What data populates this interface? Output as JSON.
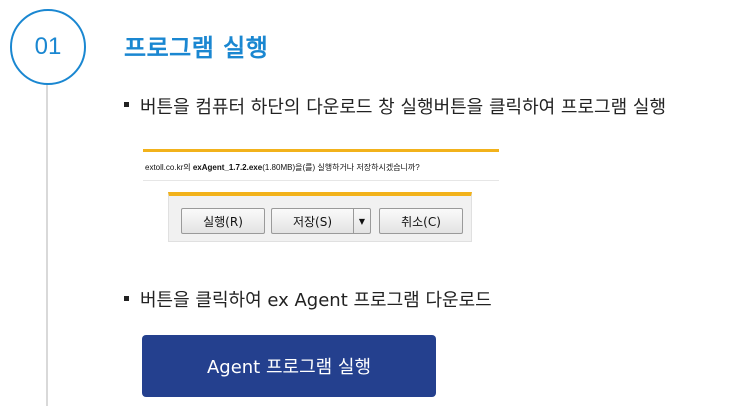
{
  "step": {
    "number": "01",
    "title": "프로그램 실행"
  },
  "instructions": [
    {
      "text": "버튼을 컴퓨터 하단의 다운로드 창 실행버튼을 클릭하여 프로그램 실행"
    },
    {
      "text": "버튼을 클릭하여 ex Agent 프로그램 다운로드"
    }
  ],
  "download_dialog": {
    "site": "extoll.co.kr",
    "site_suffix": "의 ",
    "filename": "exAgent_1.7.2.exe",
    "size_and_question": "(1.80MB)을(를) 실행하거나 저장하시겠습니까?",
    "buttons": {
      "run": "실행(R)",
      "save": "저장(S)",
      "dropdown": "▼",
      "cancel": "취소(C)"
    }
  },
  "action_button": {
    "label": "Agent 프로그램 실행"
  },
  "colors": {
    "accent": "#1a87d1",
    "button_bg": "#24408e",
    "dialog_highlight": "#f2b21b"
  }
}
